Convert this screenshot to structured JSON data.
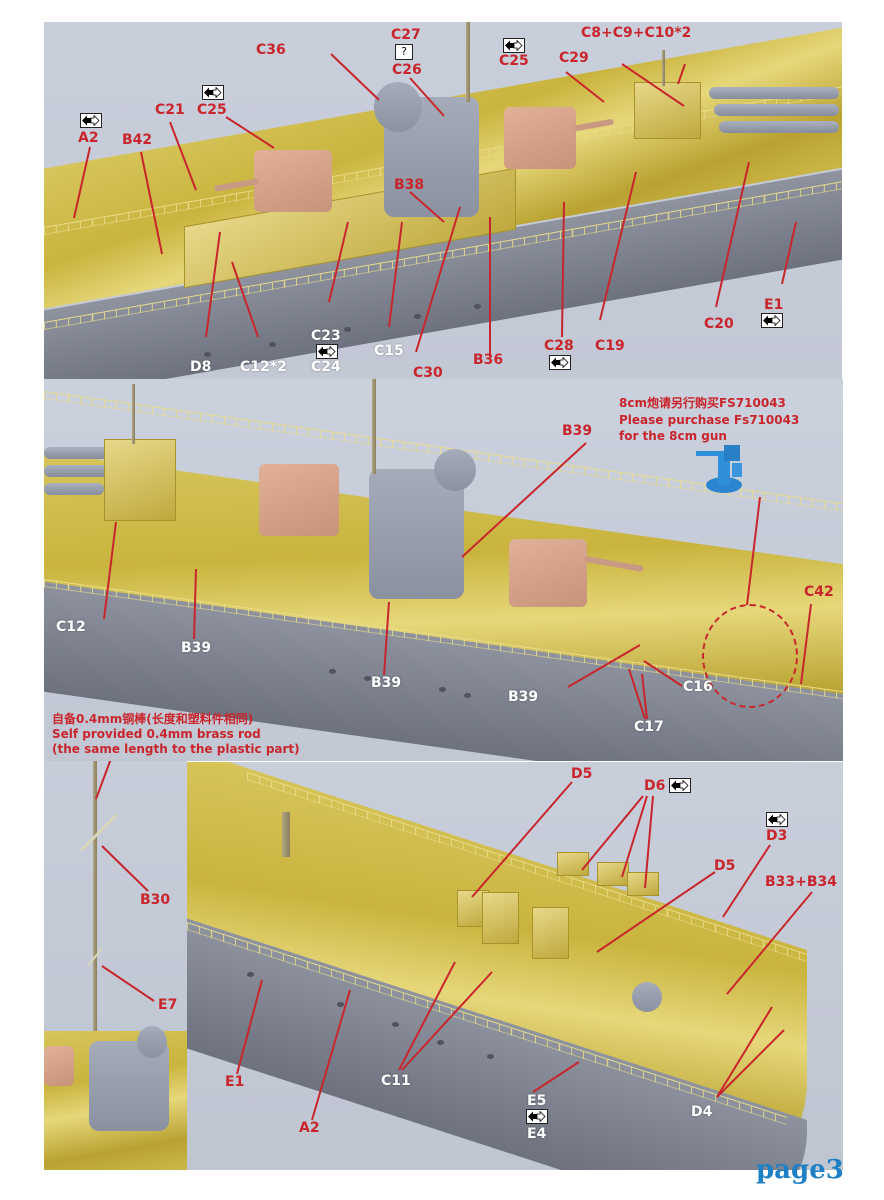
{
  "page": {
    "label": "page3"
  },
  "icons": {
    "swap_arrow": "bidirectional-arrow-icon",
    "unknown": "question-mark-icon",
    "unknown_glyph": "?"
  },
  "panel1": {
    "labels": {
      "A2": "A2",
      "B42": "B42",
      "C21": "C21",
      "C25a": "C25",
      "C36": "C36",
      "C27": "C27",
      "C26": "C26",
      "C25b": "C25",
      "C29": "C29",
      "C8C9C10": "C8+C9+C10*2",
      "B38": "B38",
      "D8": "D8",
      "C12x2": "C12*2",
      "C23": "C23",
      "C24": "C24",
      "C15": "C15",
      "C30": "C30",
      "B36": "B36",
      "C28": "C28",
      "C19": "C19",
      "C20": "C20",
      "E1": "E1"
    }
  },
  "panel2": {
    "note": {
      "line1": "8cm炮请另行购买FS710043",
      "line2": "Please purchase Fs710043",
      "line3": "for the 8cm gun"
    },
    "labels": {
      "B39_top": "B39",
      "C12": "C12",
      "B39_left": "B39",
      "B39_mid": "B39",
      "B39_low": "B39",
      "C16": "C16",
      "C17": "C17",
      "C42": "C42"
    }
  },
  "panel3": {
    "note": {
      "line1": "自备0.4mm铜棒(长度和塑料件相同)",
      "line2": "Self provided 0.4mm brass rod",
      "line3": "(the same length to the plastic part)"
    },
    "labels": {
      "B30": "B30",
      "E7": "E7"
    }
  },
  "panel4": {
    "labels": {
      "D5a": "D5",
      "D6": "D6",
      "D3": "D3",
      "D5b": "D5",
      "B33B34": "B33+B34",
      "E1": "E1",
      "A2": "A2",
      "C11": "C11",
      "E5": "E5",
      "E4": "E4",
      "D4": "D4"
    }
  }
}
